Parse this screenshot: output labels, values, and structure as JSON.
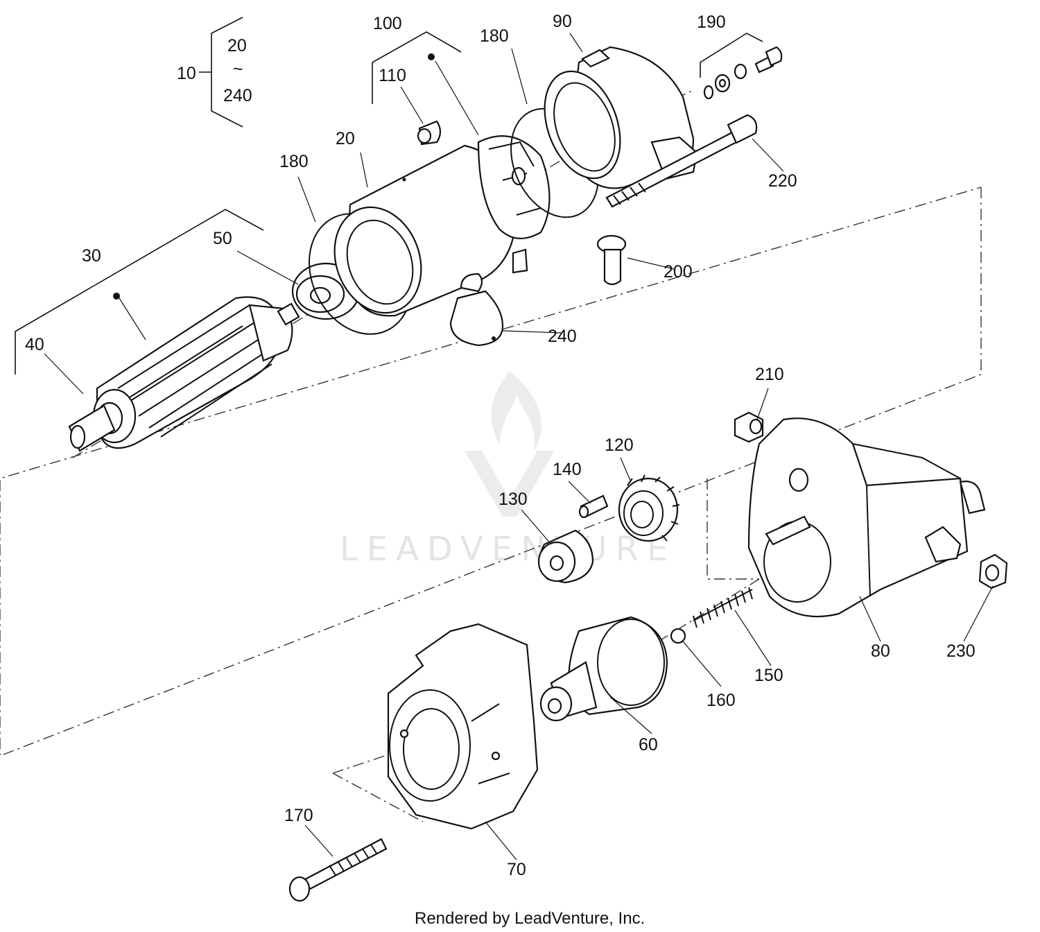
{
  "footer": {
    "text": "Rendered by LeadVenture, Inc."
  },
  "watermark": {
    "text": "LEADVENTURE"
  },
  "group_label": {
    "main": "10",
    "range_start": "20",
    "range_sep": "~",
    "range_end": "240"
  },
  "callouts": {
    "c100": "100",
    "c110": "110",
    "c180_top": "180",
    "c90": "90",
    "c190": "190",
    "c20": "20",
    "c180_left": "180",
    "c220": "220",
    "c30": "30",
    "c50": "50",
    "c200": "200",
    "c40": "40",
    "c240": "240",
    "c210": "210",
    "c120": "120",
    "c140": "140",
    "c130": "130",
    "c80": "80",
    "c230": "230",
    "c150": "150",
    "c160": "160",
    "c60": "60",
    "c170": "170",
    "c70": "70"
  }
}
